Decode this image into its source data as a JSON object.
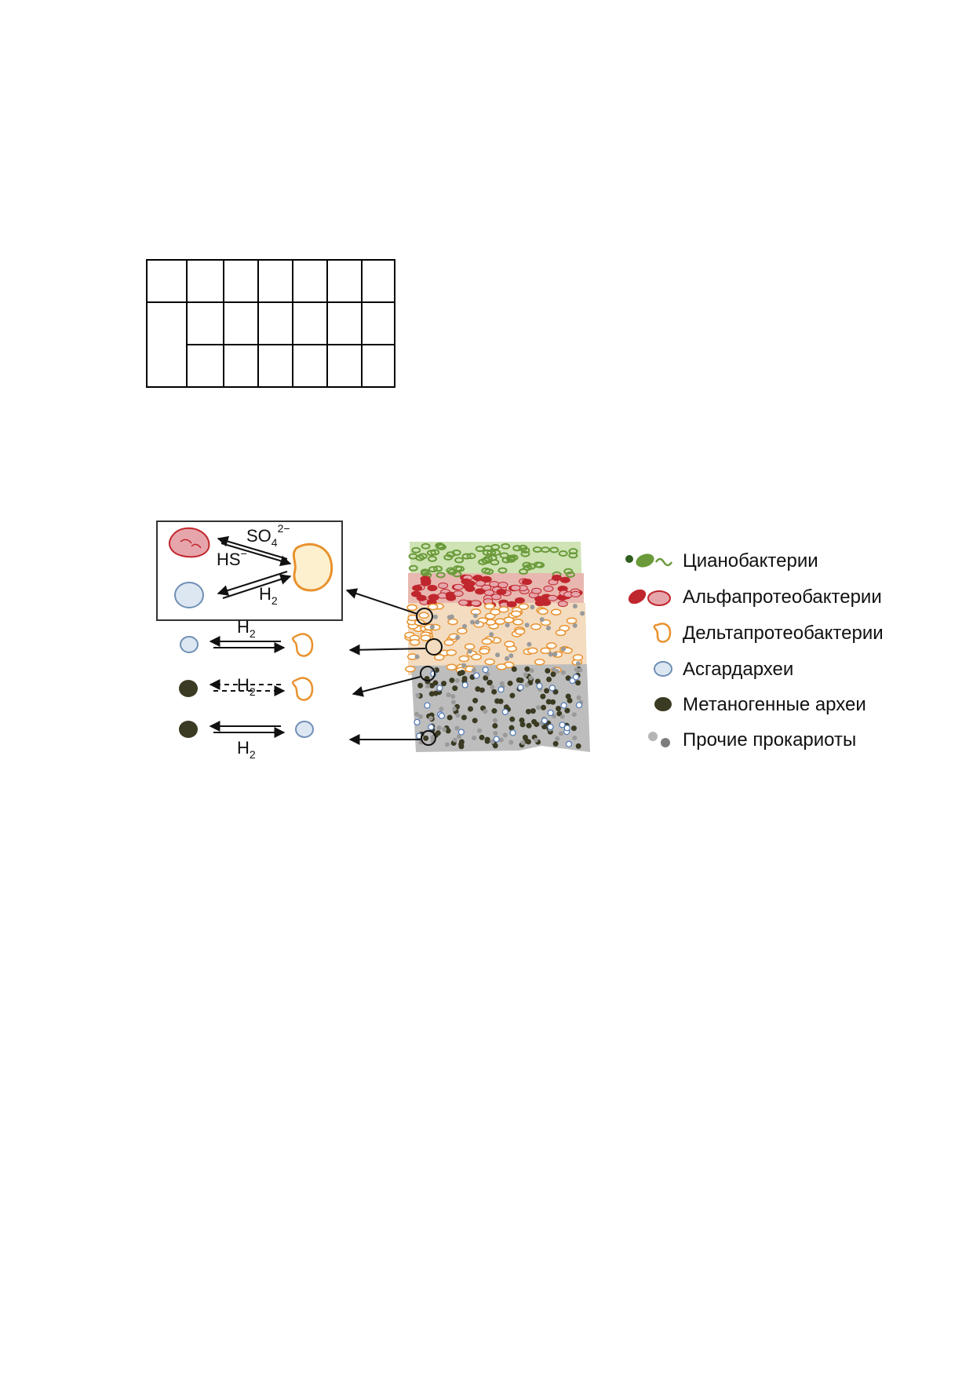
{
  "answer_grid": {
    "columns": 7,
    "rows": 3,
    "note": "empty answer table"
  },
  "interactions": {
    "box_top_label": "SO",
    "box_top_sub": "4",
    "box_top_sup": "2−",
    "box_mid_label": "HS",
    "box_mid_sup": "−",
    "box_bottom_label": "H",
    "box_bottom_sub": "2",
    "row1_label": "H",
    "row1_sub": "2",
    "row2_label": "H",
    "row2_sub": "2",
    "row3_label": "H",
    "row3_sub": "2"
  },
  "legend": [
    {
      "key": "cyano",
      "label": "Цианобактерии",
      "color": "#6a9a3a"
    },
    {
      "key": "alpha",
      "label": "Альфапротеобактерии",
      "color": "#c0262d"
    },
    {
      "key": "delta",
      "label": "Дельтапротеобактерии",
      "color": "#e8922e"
    },
    {
      "key": "asgard",
      "label": "Асгардархеи",
      "color": "#9fbad8"
    },
    {
      "key": "methano",
      "label": "Метаногенные археи",
      "color": "#3b3a22"
    },
    {
      "key": "other",
      "label": "Прочие прокариоты",
      "color": "#9a9a9a"
    }
  ],
  "colors": {
    "layer_green": "#cfe3b4",
    "layer_red": "#e8b8b0",
    "layer_orange": "#f3dcc0",
    "layer_gray": "#bdbdbd"
  }
}
